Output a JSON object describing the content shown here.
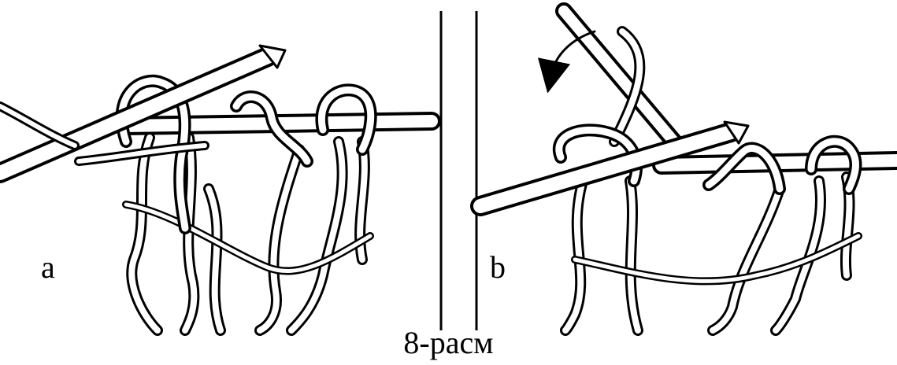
{
  "panels": [
    {
      "label": "a"
    },
    {
      "label": "b"
    }
  ],
  "caption": "8-расм",
  "colors": {
    "ink": "#000000",
    "paper": "#ffffff"
  },
  "arrow_direction": "counterclockwise"
}
